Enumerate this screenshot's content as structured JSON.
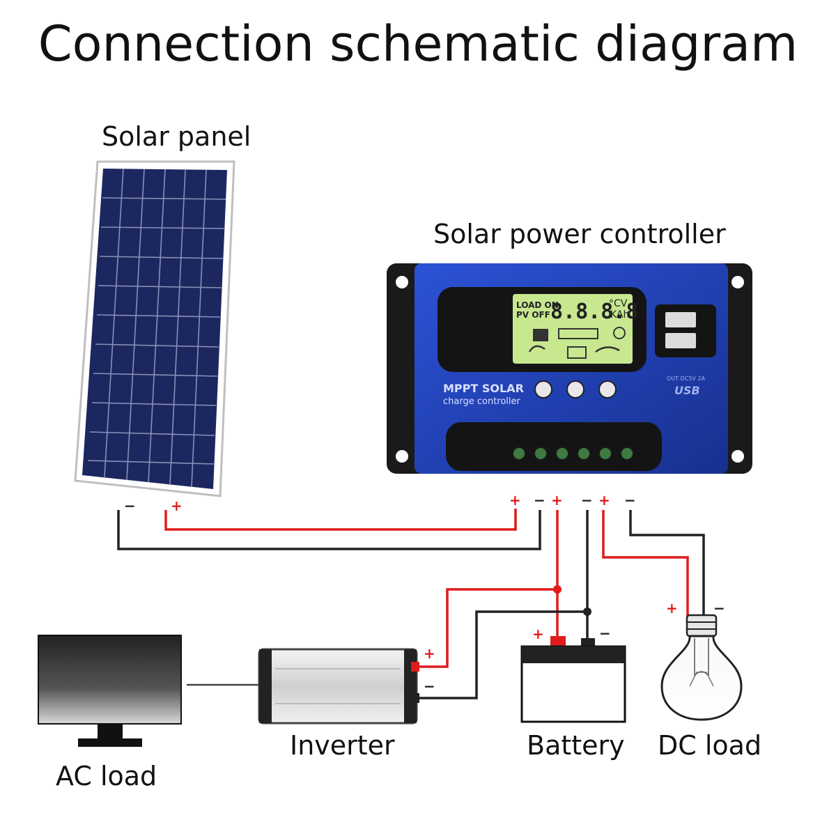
{
  "title": "Connection schematic diagram",
  "labels": {
    "solar_panel": "Solar panel",
    "controller": "Solar power controller",
    "inverter": "Inverter",
    "battery": "Battery",
    "dc_load": "DC load",
    "ac_load": "AC load"
  },
  "controller": {
    "lcd_load_on": "LOAD ON",
    "lcd_pv_off": "PV OFF",
    "lcd_digits": "8.8.8.8",
    "lcd_unit_top": "°CV",
    "lcd_unit_bottom": "KAh",
    "brand_line1": "MPPT SOLAR",
    "brand_line2": "charge controller",
    "usb_spec": "OUT DC5V 2A",
    "usb_text": "USB"
  },
  "polarity": {
    "plus": "+",
    "minus": "−"
  },
  "colors": {
    "positive_wire": "#e01b1b",
    "negative_wire": "#222222",
    "controller_blue": "#1f3fae",
    "lcd_green": "#c8e890",
    "panel_cell": "#1c2760"
  }
}
